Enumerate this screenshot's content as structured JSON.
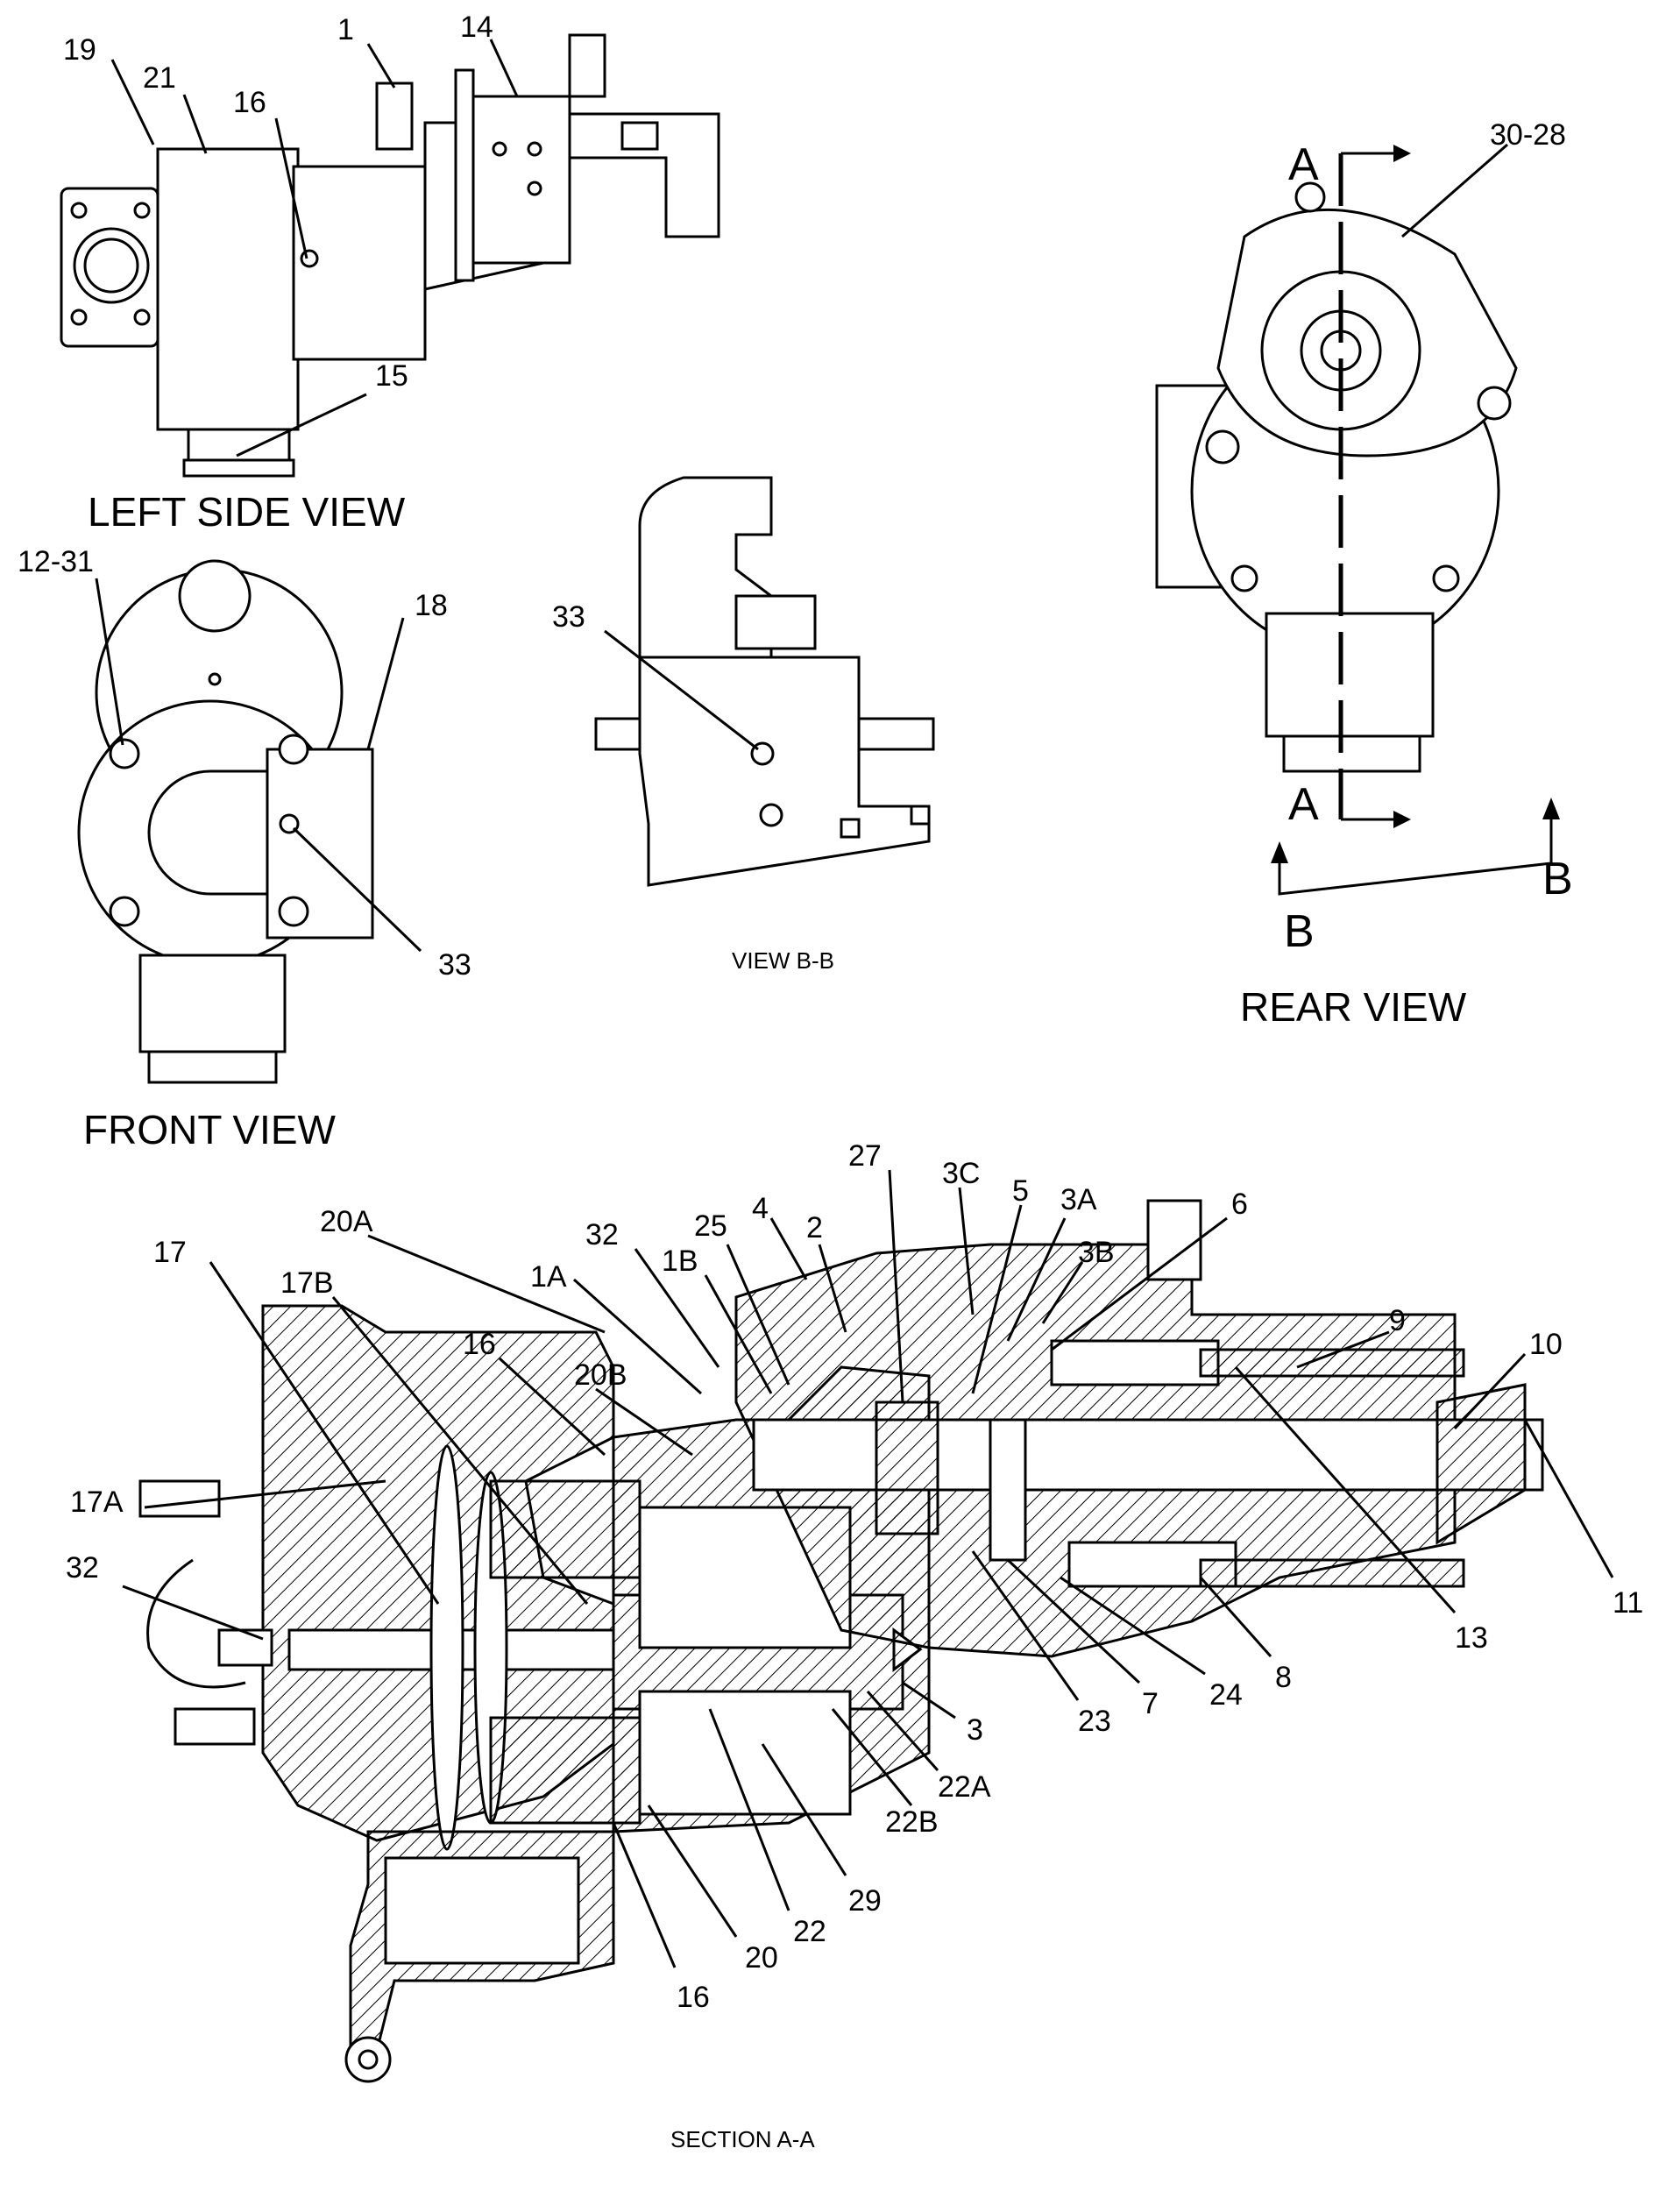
{
  "views": {
    "left_side": "LEFT SIDE VIEW",
    "front": "FRONT VIEW",
    "view_bb": "VIEW B-B",
    "rear": "REAR VIEW",
    "section_aa": "SECTION A-A"
  },
  "section_markers": {
    "a_top": "A",
    "a_bottom": "A",
    "b_left": "B",
    "b_right": "B"
  },
  "callouts": {
    "left_side": [
      "19",
      "21",
      "1",
      "14",
      "16",
      "15"
    ],
    "front": [
      "12-31",
      "18",
      "33"
    ],
    "view_bb": [
      "33"
    ],
    "rear": [
      "30-28"
    ],
    "section": [
      "17",
      "20A",
      "17B",
      "16",
      "32",
      "1A",
      "1B",
      "20B",
      "25",
      "4",
      "2",
      "27",
      "3C",
      "5",
      "3A",
      "3B",
      "6",
      "9",
      "10",
      "17A",
      "32",
      "11",
      "13",
      "8",
      "24",
      "7",
      "23",
      "3",
      "22A",
      "22B",
      "29",
      "22",
      "20",
      "16"
    ]
  }
}
